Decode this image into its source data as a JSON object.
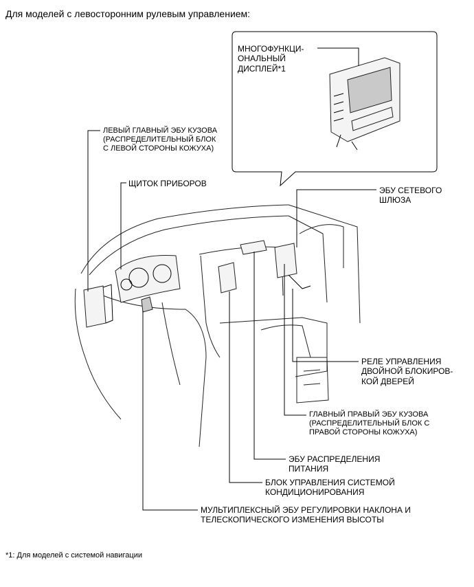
{
  "header": "Для моделей с левосторонним рулевым управлением:",
  "callout": {
    "multifunction_display": "МНОГОФУНКЦИ-\nОНАЛЬНЫЙ\nДИСПЛЕЙ*1"
  },
  "labels": {
    "left_main_body_ecu": "ЛЕВЫЙ ГЛАВНЫЙ ЭБУ КУЗОВА\n(РАСПРЕДЕЛИТЕЛЬНЫЙ БЛОК\nС ЛЕВОЙ СТОРОНЫ КОЖУХА)",
    "combination_meter": "ЩИТОК ПРИБОРОВ",
    "network_gateway_ecu": "ЭБУ СЕТЕВОГО\nШЛЮЗА",
    "door_lock_relay": "РЕЛЕ УПРАВЛЕНИЯ\nДВОЙНОЙ БЛОКИРОВ-\nКОЙ ДВЕРЕЙ",
    "right_main_body_ecu": "ГЛАВНЫЙ ПРАВЫЙ ЭБУ КУЗОВА\n(РАСПРЕДЕЛИТЕЛЬНЫЙ БЛОК С\nПРАВОЙ СТОРОНЫ КОЖУХА)",
    "power_distribution_ecu": "ЭБУ РАСПРЕДЕЛЕНИЯ\nПИТАНИЯ",
    "air_conditioning_amplifier": "БЛОК УПРАВЛЕНИЯ СИСТЕМОЙ\nКОНДИЦИОНИРОВАНИЯ",
    "tilt_telescopic_ecu": "МУЛЬТИПЛЕКСНЫЙ ЭБУ РЕГУЛИРОВКИ НАКЛОНА И\nТЕЛЕСКОПИЧЕСКОГО ИЗМЕНЕНИЯ ВЫСОТЫ"
  },
  "footnote": "*1: Для моделей с системой навигации"
}
